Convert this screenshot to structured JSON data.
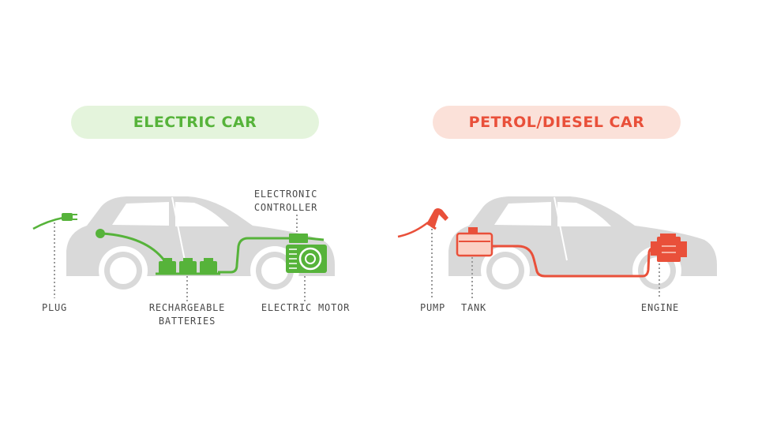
{
  "electric": {
    "title": "ELECTRIC CAR",
    "accent": "#56b33a",
    "pill_bg": "#e4f4dc",
    "labels": {
      "plug": "PLUG",
      "batteries_line1": "RECHARGEABLE",
      "batteries_line2": "BATTERIES",
      "controller_line1": "ELECTRONIC",
      "controller_line2": "CONTROLLER",
      "motor": "ELECTRIC MOTOR"
    }
  },
  "petrol": {
    "title": "PETROL/DIESEL CAR",
    "accent": "#e9503a",
    "pill_bg": "#fbe1d9",
    "labels": {
      "pump": "PUMP",
      "tank": "TANK",
      "engine": "ENGINE"
    }
  },
  "colors": {
    "car_body": "#d9d9d9",
    "text": "#4a4a4a",
    "leader_dots": "#9a9a9a"
  }
}
